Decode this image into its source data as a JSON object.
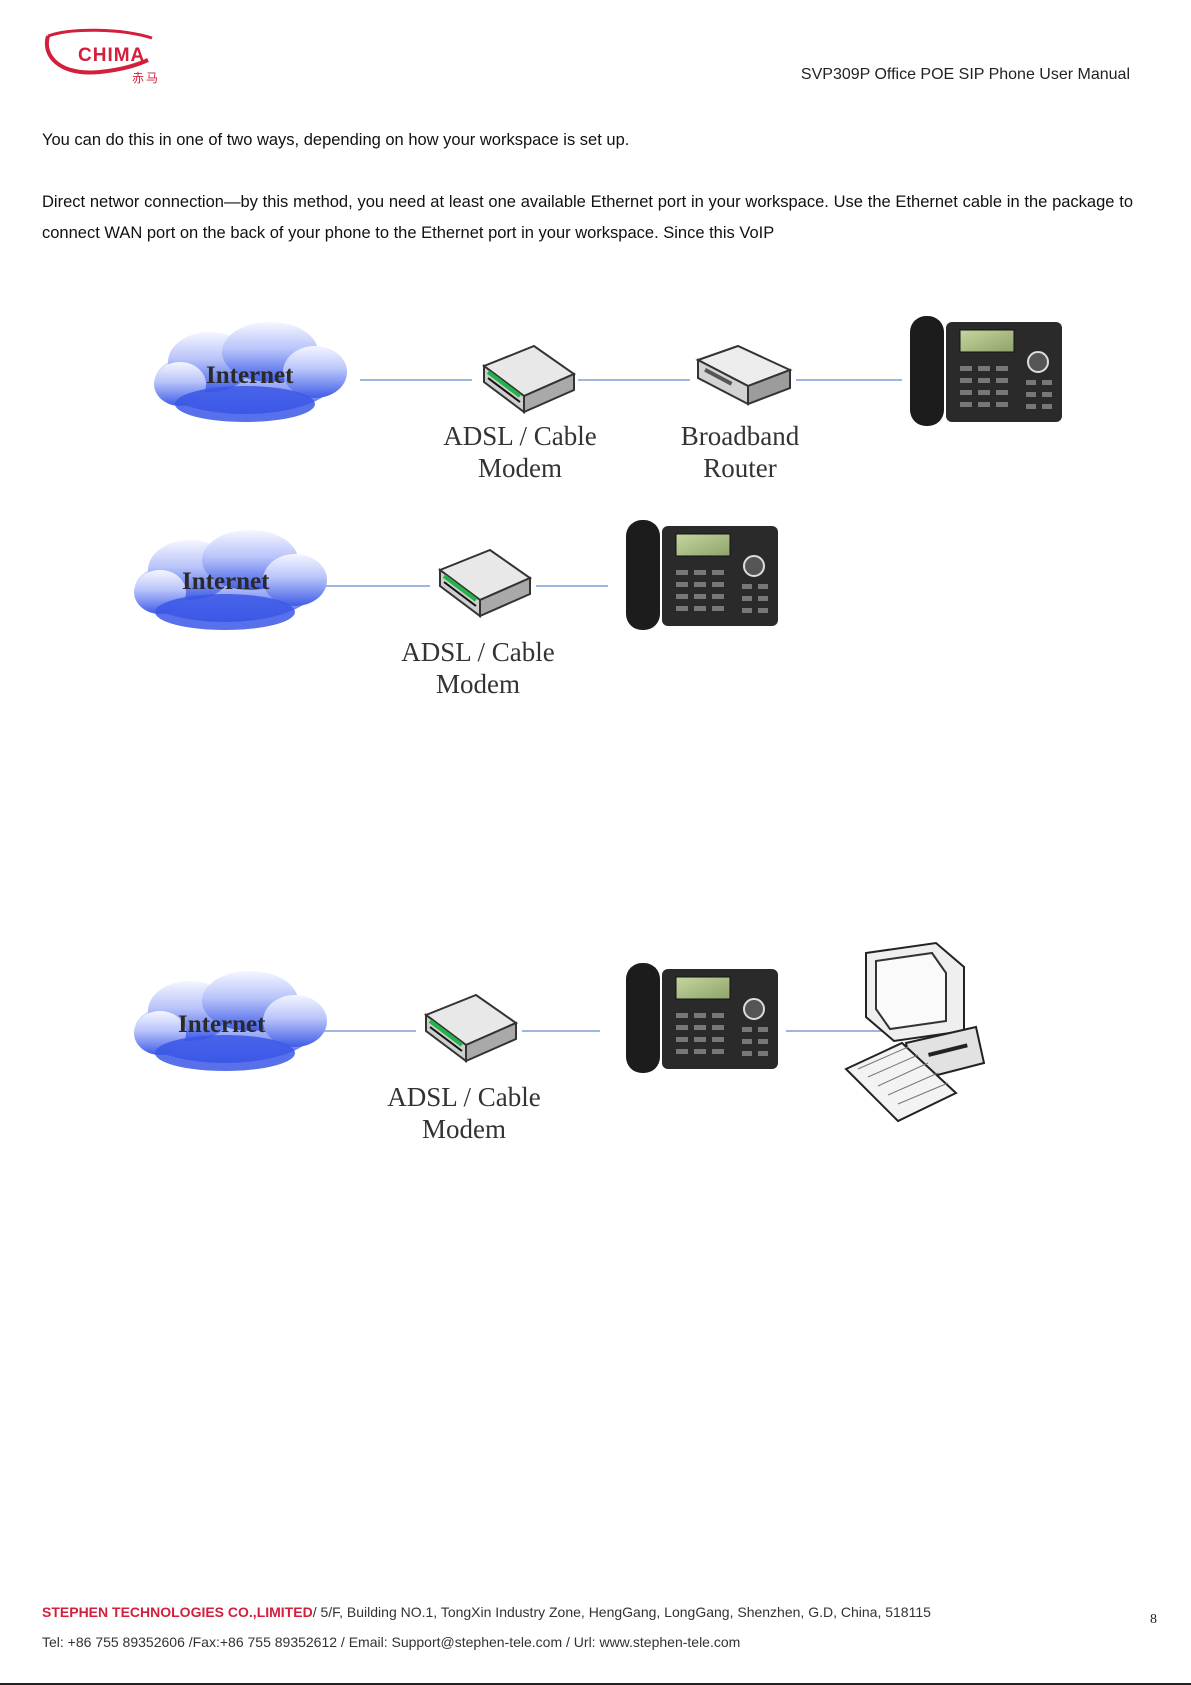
{
  "header": {
    "logo_text": "CHIMA",
    "logo_subtext": "赤马",
    "doc_title": "SVP309P Office POE SIP Phone User Manual"
  },
  "body": {
    "intro": "You can do this in one of two ways, depending on how your workspace is set up.",
    "direct_network": "Direct networ   connection—by this method, you need at least one available Ethernet port in your workspace. Use the Ethernet cable in the package to connect WAN port on the back of your phone to the Ethernet port in your workspace. Since this VoIP"
  },
  "diagrams": {
    "d1": {
      "internet": "Internet",
      "modem_line1": "ADSL / Cable",
      "modem_line2": "Modem",
      "router_line1": "Broadband",
      "router_line2": "Router"
    },
    "d2": {
      "internet": "Internet",
      "modem_line1": "ADSL / Cable",
      "modem_line2": "Modem"
    },
    "d3": {
      "internet": "Internet",
      "modem_line1": "ADSL / Cable",
      "modem_line2": "Modem"
    }
  },
  "footer": {
    "company": "STEPHEN TECHNOLOGIES CO.,LIMITED",
    "address": "/ 5/F, Building NO.1, TongXin Industry Zone, HengGang, LongGang, Shenzhen, G.D, China, 518115",
    "contact": "Tel: +86 755 89352606 /Fax:+86 755 89352612 / Email: Support@stephen-tele.com / Url: www.stephen-tele.com",
    "page_number": "8"
  },
  "colors": {
    "brand_red": "#d21f3c",
    "link_line": "#9fb6e0",
    "cloud_blue": "#6f86e8"
  }
}
